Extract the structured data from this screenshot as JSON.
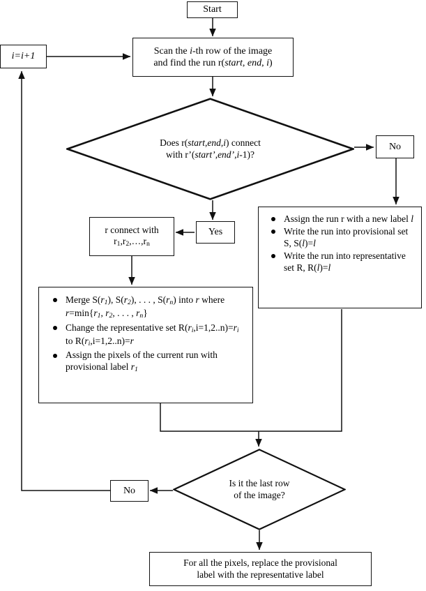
{
  "diagram": {
    "title": "Run-based connected component labeling flowchart",
    "stroke_color": "#111111",
    "background": "#ffffff"
  },
  "nodes": {
    "start": {
      "label": "Start",
      "shape": "rect"
    },
    "increment": {
      "label": "i=i+1",
      "shape": "rect"
    },
    "scan": {
      "shape": "rect",
      "line1": "Scan the i-th row of the image",
      "line2": "and find the run r(start, end, i)"
    },
    "decision_connect": {
      "shape": "diamond",
      "line1": "Does r(start,end,i) connect",
      "line2": "with r’(start’,end’,i-1)?"
    },
    "no_top": {
      "label": "No",
      "shape": "rect"
    },
    "yes": {
      "label": "Yes",
      "shape": "rect"
    },
    "r_connect": {
      "shape": "rect",
      "line1": "r connect with",
      "line2": "r1,r2,…,rn"
    },
    "new_label_box": {
      "shape": "rect",
      "bullets": [
        "Assign the run r with a new label l",
        "Write the run into provisional set S, S(l)=l",
        "Write the run into representative set R, R(l)=l"
      ]
    },
    "merge_box": {
      "shape": "rect",
      "bullets": [
        "Merge S(r1), S(r2), . . . , S(rn) into r where r=min{r1, r2, . . . , rn}",
        "Change the representative set R(ri,i=1,2..n)=ri to R(ri,i=1,2..n)=r",
        "Assign the pixels of the current run with provisional label r1"
      ]
    },
    "decision_lastrow": {
      "shape": "diamond",
      "line1": "Is it the last row",
      "line2": "of the image?"
    },
    "no_bottom": {
      "label": "No",
      "shape": "rect"
    },
    "final": {
      "shape": "rect",
      "line1": "For all the pixels, replace the provisional",
      "line2": "label with the representative label"
    }
  },
  "edges": [
    {
      "from": "start",
      "to": "scan",
      "label": ""
    },
    {
      "from": "increment",
      "to": "scan",
      "label": ""
    },
    {
      "from": "scan",
      "to": "decision_connect",
      "label": ""
    },
    {
      "from": "decision_connect",
      "to": "no_top",
      "label": "No"
    },
    {
      "from": "decision_connect",
      "to": "yes",
      "label": "Yes"
    },
    {
      "from": "yes",
      "to": "r_connect",
      "label": ""
    },
    {
      "from": "no_top",
      "to": "new_label_box",
      "label": ""
    },
    {
      "from": "r_connect",
      "to": "merge_box",
      "label": ""
    },
    {
      "from": "merge_box",
      "to": "decision_lastrow",
      "label": ""
    },
    {
      "from": "new_label_box",
      "to": "decision_lastrow",
      "label": ""
    },
    {
      "from": "decision_lastrow",
      "to": "no_bottom",
      "label": "No"
    },
    {
      "from": "no_bottom",
      "to": "increment",
      "label": ""
    },
    {
      "from": "decision_lastrow",
      "to": "final",
      "label": ""
    }
  ]
}
